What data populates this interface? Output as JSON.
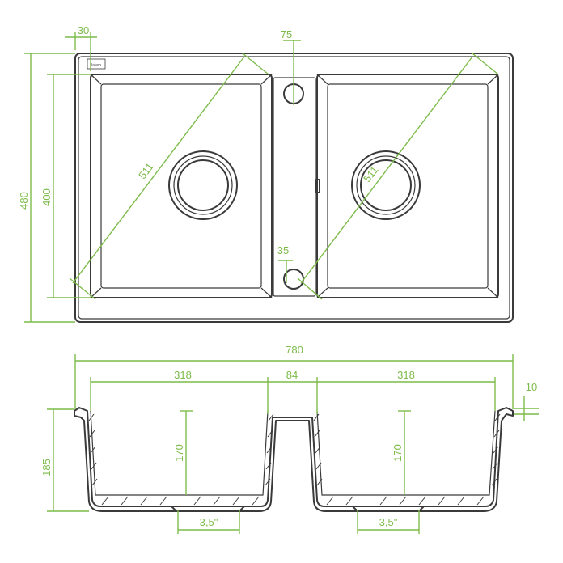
{
  "logo": {
    "text": "laveo"
  },
  "top_view": {
    "dims": {
      "width_small": "30",
      "tap_hole": "75",
      "overflow": "35",
      "height_total": "480",
      "height_bowl": "400",
      "diagonal_left": "511",
      "diagonal_right": "511"
    }
  },
  "section_view": {
    "dims": {
      "total_width": "780",
      "bowl_left": "318",
      "middle": "84",
      "bowl_right": "318",
      "rim": "10",
      "total_height": "185",
      "depth_left": "170",
      "depth_right": "170",
      "drain_left": "3,5\"",
      "drain_right": "3,5\""
    }
  },
  "colors": {
    "line": "#3a3a3a",
    "dimension": "#7dbb4a"
  }
}
